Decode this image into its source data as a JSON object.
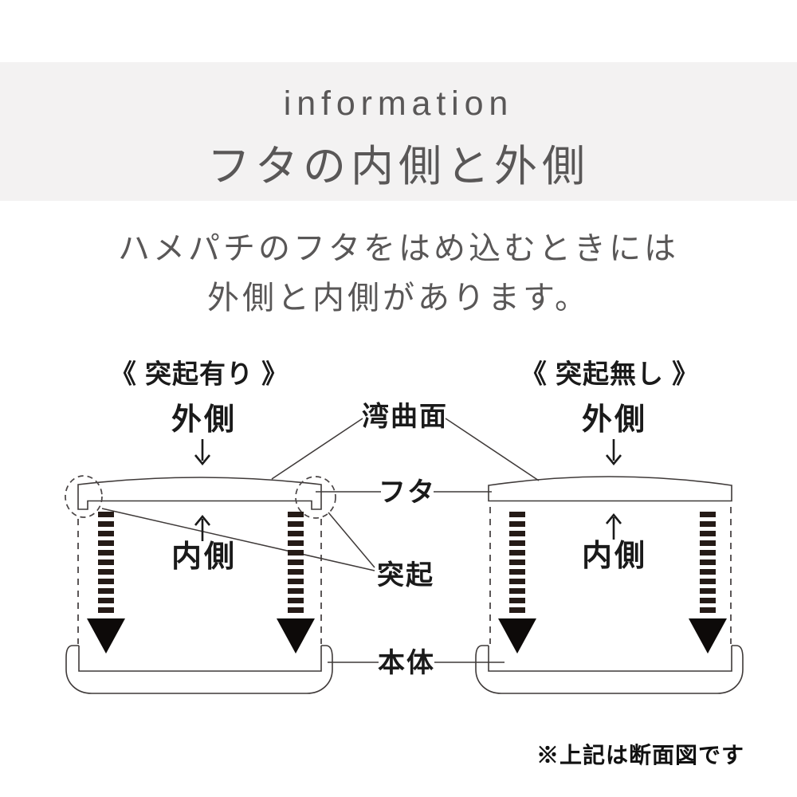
{
  "header": {
    "eyebrow": "information",
    "title": "フタの内側と外側",
    "background": "#f3f2f2",
    "text_color": "#595757"
  },
  "description": {
    "line1": "ハメパチのフタをはめ込むときには",
    "line2": "外側と内側があります。"
  },
  "diagram_left": {
    "title": "《 突起有り 》",
    "outside_label": "外側",
    "inside_label": "内側"
  },
  "diagram_right": {
    "title": "《 突起無し 》",
    "outside_label": "外側",
    "inside_label": "内側"
  },
  "callouts": {
    "curved_surface": "湾曲面",
    "lid": "フタ",
    "protrusion": "突起",
    "body": "本体"
  },
  "footnote": "※上記は断面図です",
  "colors": {
    "line": "#3f3a39",
    "dashed_line": "#4a4546",
    "stripe_arrow": "#251b17",
    "arrow_head": "#0d0a09",
    "label_text": "#1a1a1a",
    "header_gray": "#595757",
    "band_background": "#f3f2f2"
  }
}
